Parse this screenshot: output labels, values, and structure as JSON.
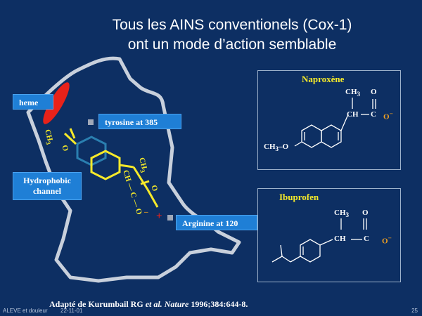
{
  "title": {
    "line1": "Tous les AINS conventionels (Cox-1)",
    "line2": "ont un mode d’action semblable"
  },
  "labels": {
    "heme": "heme",
    "tyrosine": "tyrosine at 385",
    "hydrophobic_line1": "Hydrophobic",
    "hydrophobic_line2": "channel",
    "arginine": "Arginine at 120"
  },
  "molecule_in_channel": {
    "ch3_top": "CH",
    "ch3_top_sub": "3",
    "o_top": "O",
    "ch3_mid": "CH",
    "ch3_mid_sub": "3",
    "chain": "CH — C — O",
    "o_minus": "–",
    "o_dbl": "O",
    "plus": "+"
  },
  "naproxene": {
    "name": "Naproxène",
    "ch3": "CH",
    "ch3_sub": "3",
    "o_top": "O",
    "ch": "CH",
    "c": "C",
    "o_neg": "O",
    "neg": "−",
    "methoxy": "CH",
    "methoxy_sub": "3",
    "methoxy_o": "–O"
  },
  "ibuprofen": {
    "name": "Ibuprofen",
    "ch3": "CH",
    "ch3_sub": "3",
    "o_top": "O",
    "ch": "CH",
    "c": "C",
    "o_neg": "O",
    "neg": "−"
  },
  "caption": {
    "prefix": "Adapté de Kurumbail RG ",
    "etal": "et al.",
    "journal": " Nature",
    "rest": " 1996;384:644-8."
  },
  "footer": {
    "left": "ALEVE et douleur",
    "date": "22-11-01",
    "page": "25"
  },
  "colors": {
    "background": "#0d2f63",
    "label_box": "#1f7fd6",
    "heme": "#e8221a",
    "drug_yellow": "#f5e92a",
    "anion_orange": "#f0a020"
  }
}
